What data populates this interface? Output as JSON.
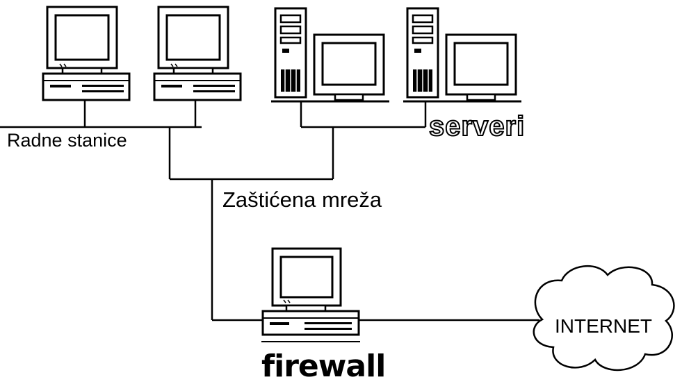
{
  "labels": {
    "workstations": "Radne stanice",
    "servers": "serveri",
    "protected_network": "Zaštićena mreža",
    "firewall": "firewall",
    "internet": "INTERNET"
  },
  "colors": {
    "line": "#000000",
    "background": "#ffffff"
  },
  "icons": [
    "workstation-icon",
    "workstation-icon",
    "server-icon",
    "server-icon",
    "firewall-computer-icon",
    "internet-cloud-icon"
  ]
}
